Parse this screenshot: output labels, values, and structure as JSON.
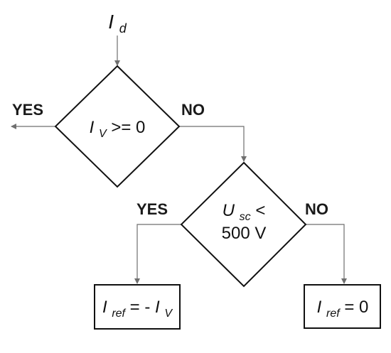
{
  "nodes": {
    "input": {
      "symbol": "I",
      "subscript": "d"
    },
    "decision1": {
      "lhs_symbol": "I",
      "lhs_subscript": "V",
      "operator_value": " >= 0"
    },
    "decision2": {
      "line1_symbol": "U",
      "line1_subscript": "sc",
      "line1_operator": " <",
      "line2": "500 V"
    },
    "result_yes": {
      "lhs_symbol": "I",
      "lhs_subscript": "ref",
      "middle": " = -",
      "rhs_symbol": "I",
      "rhs_subscript": "V"
    },
    "result_no": {
      "lhs_symbol": "I",
      "lhs_subscript": "ref",
      "rhs": " = 0"
    }
  },
  "labels": {
    "d1_yes": "YES",
    "d1_no": "NO",
    "d2_yes": "YES",
    "d2_no": "NO"
  },
  "colors": {
    "shape_stroke": "#111111",
    "connector_stroke": "#6f6f6f",
    "text": "#111111",
    "background": "#ffffff"
  }
}
